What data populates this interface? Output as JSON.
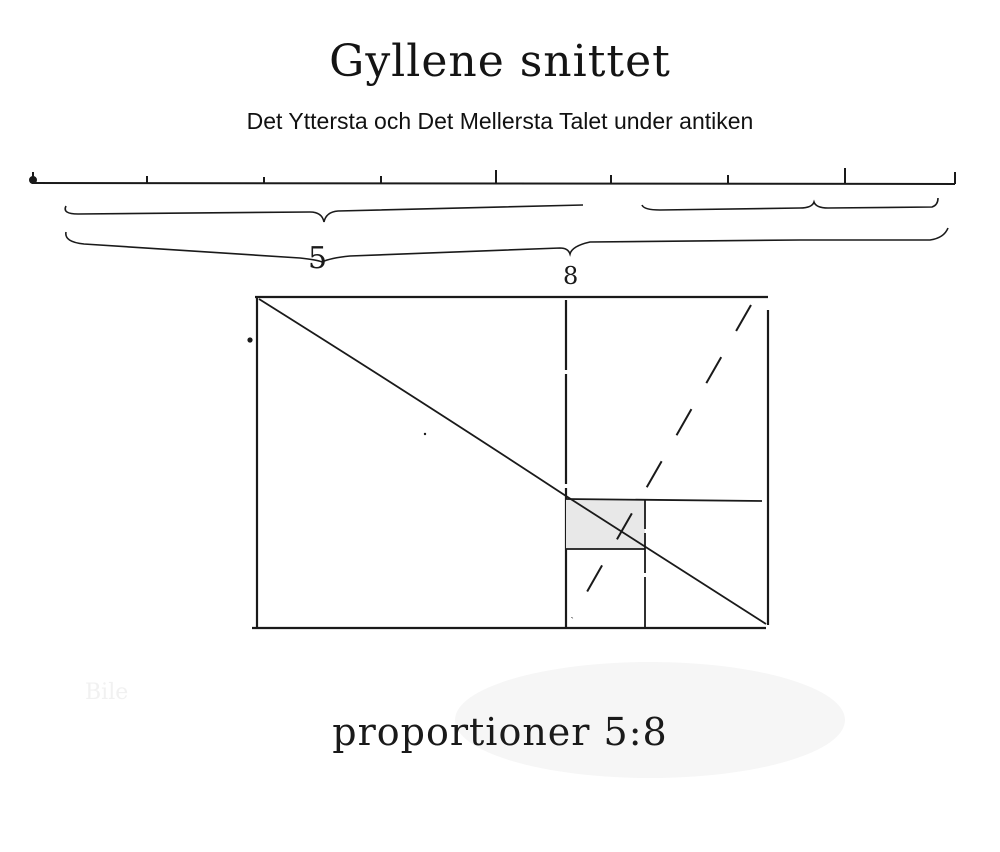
{
  "title": "Gyllene snittet",
  "subtitle": "Det Yttersta och Det Mellersta Talet under antiken",
  "ruler_labels": {
    "short_segment": "5",
    "long_segment": "8"
  },
  "caption": "proportioner 5:8",
  "faint_text": "Bile",
  "colors": {
    "ink": "#1a1a1a",
    "paper": "#ffffff",
    "highlight": "#e8e8e8",
    "blob": "#f6f6f6"
  }
}
